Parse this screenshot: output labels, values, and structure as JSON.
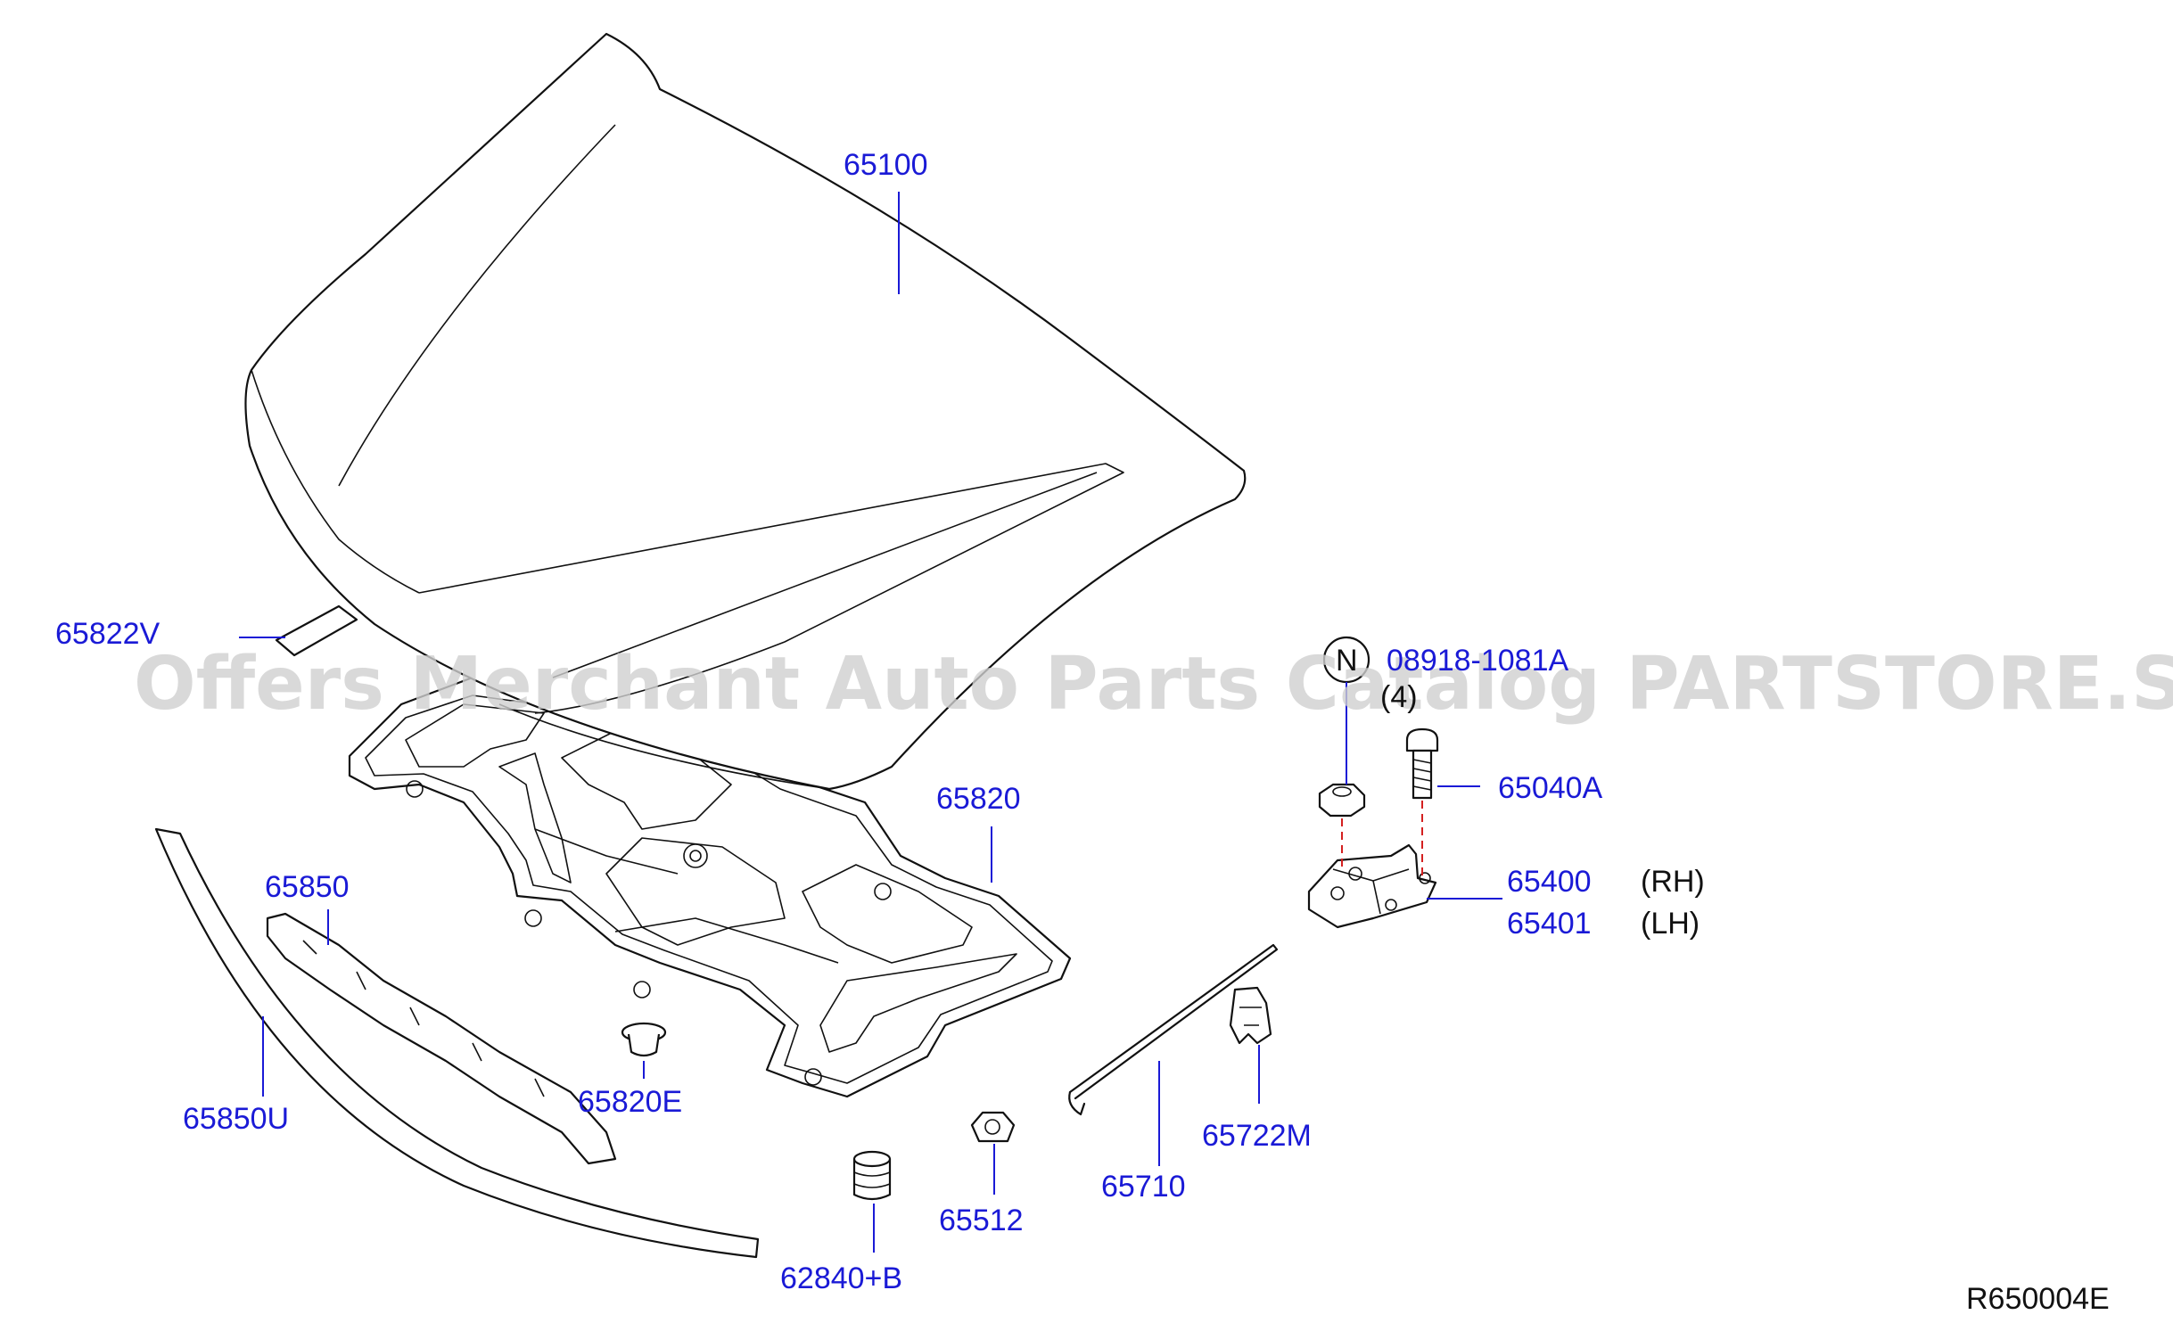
{
  "labels": {
    "hood": "65100",
    "hood_seal_v": "65822V",
    "hood_insulator": "65820",
    "front_seal": "65850",
    "front_seal_u": "65850U",
    "insulator_clip": "65820E",
    "rubber_bumper": "62840+B",
    "bumper_nut": "65512",
    "hood_stay": "65710",
    "stay_clip": "65722M",
    "nut_part": "08918-1081A",
    "nut_qty": "(4)",
    "nut_marker": "N",
    "hinge_bolt": "65040A",
    "hinge_rh": "65400",
    "hinge_lh": "65401",
    "rh": "(RH)",
    "lh": "(LH)"
  },
  "ref_code": "R650004E",
  "watermark": "Offers Merchant Auto Parts Catalog PARTSTORE.SA",
  "colors": {
    "label": "#1a1ad6",
    "line": "#111111",
    "dashed_guide": "#d42020",
    "watermark": "#cfcfcf"
  }
}
